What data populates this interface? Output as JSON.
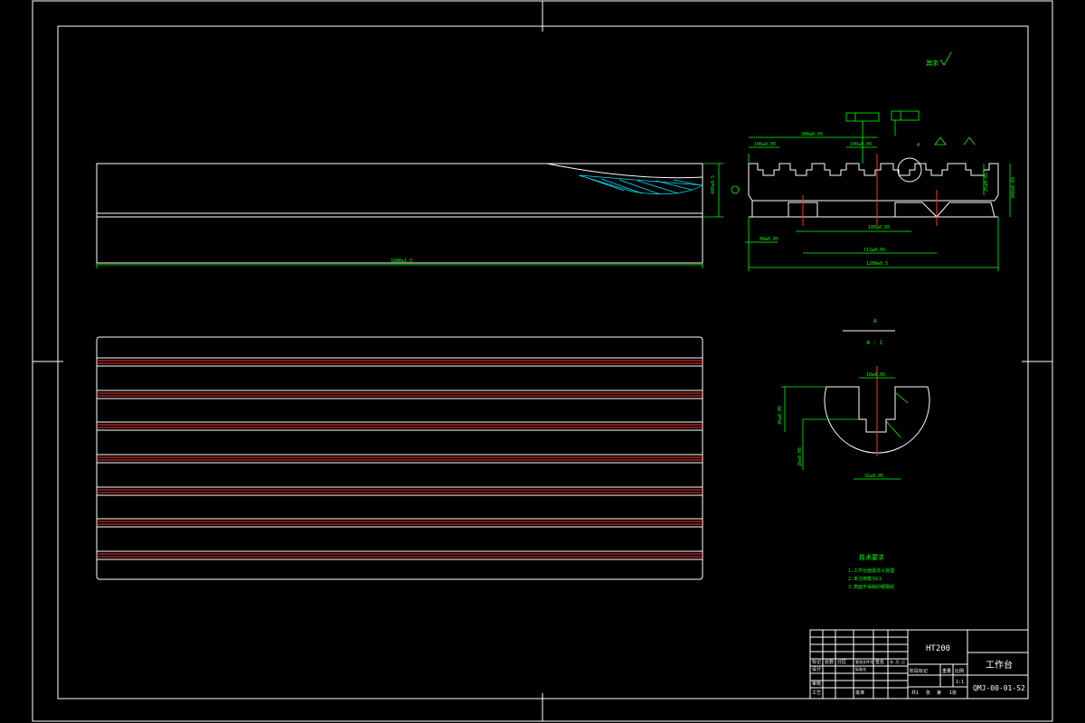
{
  "drawing": {
    "colors": {
      "background": "#000000",
      "outline": "#ffffff",
      "dimension": "#00ff00",
      "center_line": "#ff3030",
      "hatch": "#00e5ff"
    },
    "material": "HT200",
    "part_name": "工作台",
    "drawing_number": "QMJ-00-01-S2",
    "scale": "1:1",
    "detail_label": "A",
    "detail_scale": "4 : 1",
    "roughness_symbol": "其余",
    "tech_requirements": {
      "title": "技术要求",
      "items": [
        "1.工作台面需淬火处理",
        "2.未注倒角为C1",
        "3.表面不得有砂眼裂纹"
      ]
    },
    "title_block": {
      "rev_headers": [
        "标记",
        "处数",
        "分区",
        "更改文件号",
        "签名",
        "年.月.日"
      ],
      "left_rows": [
        "设计",
        "审核",
        "工艺"
      ],
      "standardize": "标准化",
      "approve": "批准",
      "stage_headers": [
        "阶段标记",
        "重量",
        "比例"
      ],
      "sheet_info": [
        "共1",
        "张",
        "第",
        "1张"
      ]
    }
  }
}
